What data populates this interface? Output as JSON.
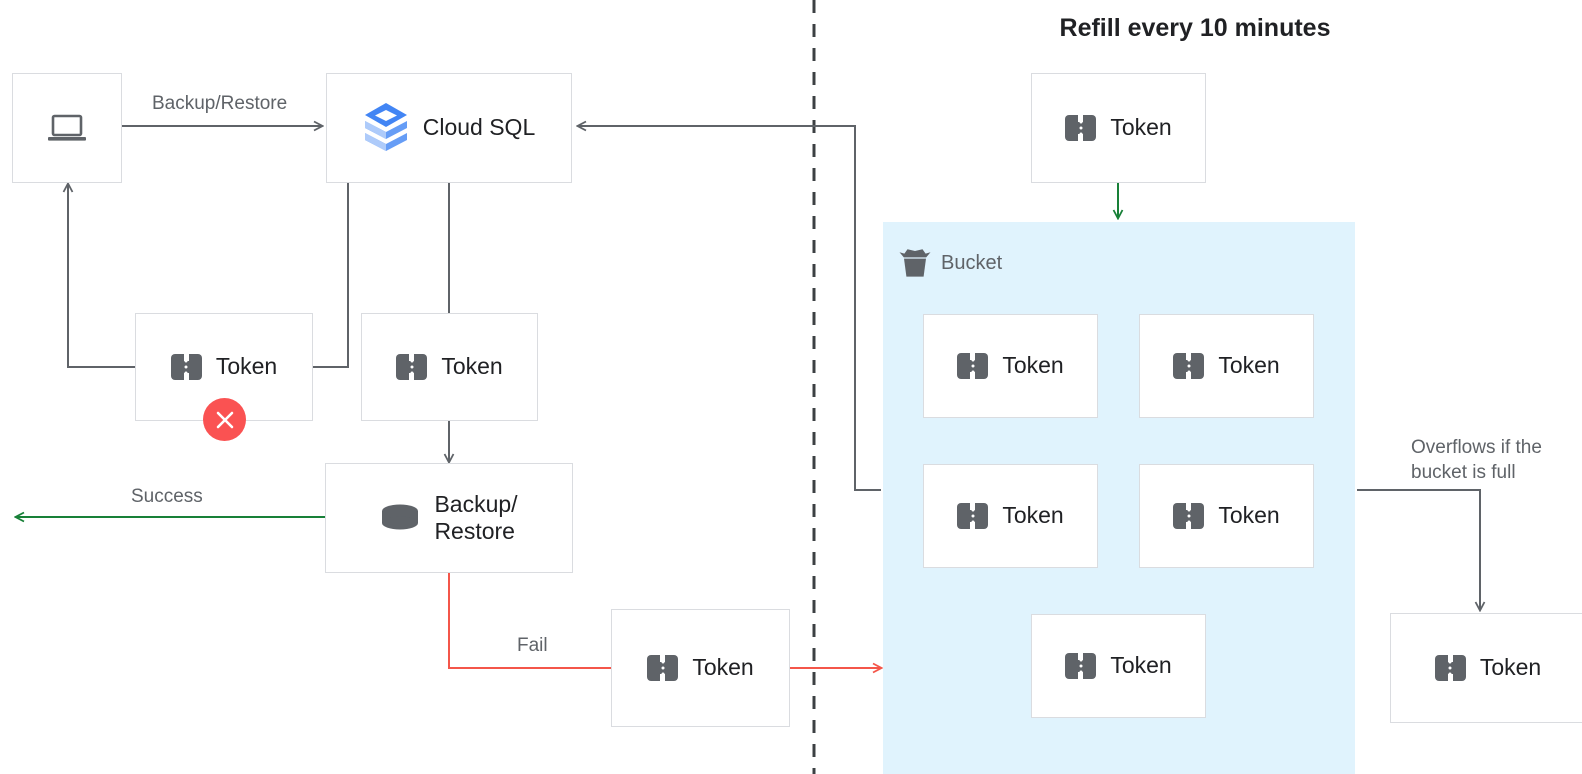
{
  "diagram": {
    "title": "Refill every 10 minutes",
    "divider": "vertical-dashed-divider",
    "colors": {
      "bucket_fill": "#e0f3fd",
      "node_border": "#dadce0",
      "edge_gray": "#5f6368",
      "edge_green": "#188038",
      "edge_red": "#f4564a",
      "error_badge": "#fa5252",
      "icon_gray": "#5f6368",
      "text_dark": "#202124",
      "text_muted": "#5f6368"
    }
  },
  "nodes": {
    "client": {
      "label": "",
      "icon": "laptop-icon"
    },
    "cloud_sql": {
      "label": "Cloud SQL",
      "icon": "cloud-sql-logo"
    },
    "token_failed": {
      "label": "Token",
      "icon": "token-icon",
      "badge": "error"
    },
    "token_consumed": {
      "label": "Token",
      "icon": "token-icon"
    },
    "backup_restore": {
      "label": "Backup/\nRestore",
      "icon": "database-icon"
    },
    "token_fail_path": {
      "label": "Token",
      "icon": "token-icon"
    },
    "token_refill": {
      "label": "Token",
      "icon": "token-icon"
    },
    "token_overflow": {
      "label": "Token",
      "icon": "token-icon"
    }
  },
  "bucket": {
    "label": "Bucket",
    "icon": "pail-icon",
    "tokens": [
      {
        "label": "Token",
        "icon": "token-icon"
      },
      {
        "label": "Token",
        "icon": "token-icon"
      },
      {
        "label": "Token",
        "icon": "token-icon"
      },
      {
        "label": "Token",
        "icon": "token-icon"
      },
      {
        "label": "Token",
        "icon": "token-icon"
      }
    ]
  },
  "edges": {
    "backup_restore_label": "Backup/Restore",
    "success_label": "Success",
    "fail_label": "Fail",
    "overflow_label": "Overflows if the\nbucket is full"
  }
}
